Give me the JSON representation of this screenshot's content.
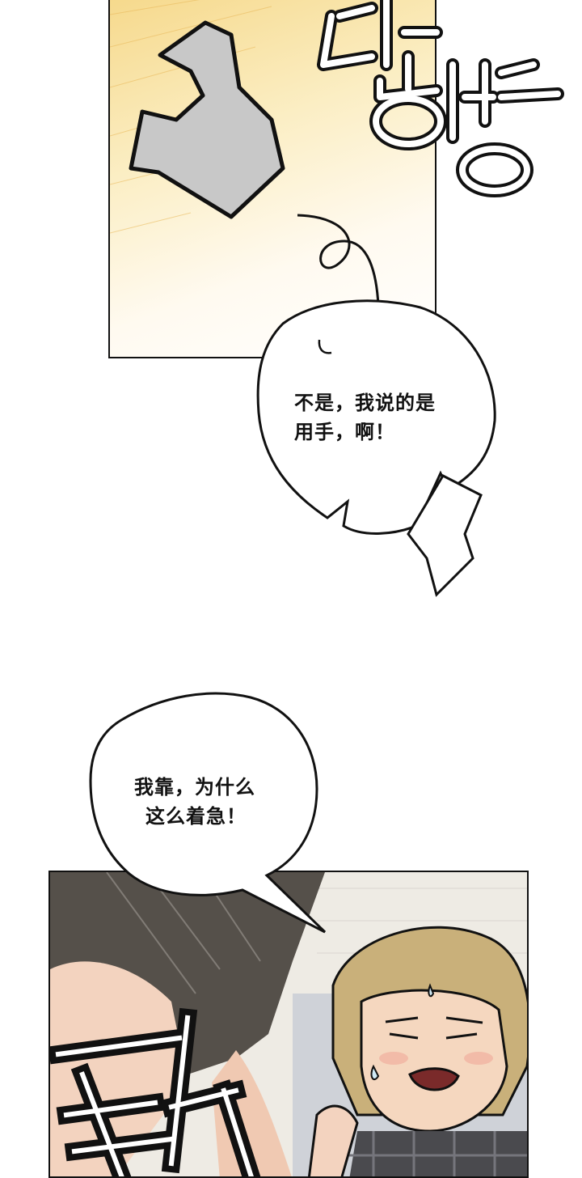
{
  "bubble_1": {
    "lines": [
      "不是，我说的是",
      "用手，啊！"
    ]
  },
  "bubble_2": {
    "lines": [
      "我靠，为什么",
      "这么着急！"
    ]
  },
  "colors": {
    "ink": "#111111",
    "warm_bg": "#f6d98c",
    "hair": "#c9b07a",
    "skin": "#f5d7bf",
    "grey_shape": "#c8c8c8"
  }
}
